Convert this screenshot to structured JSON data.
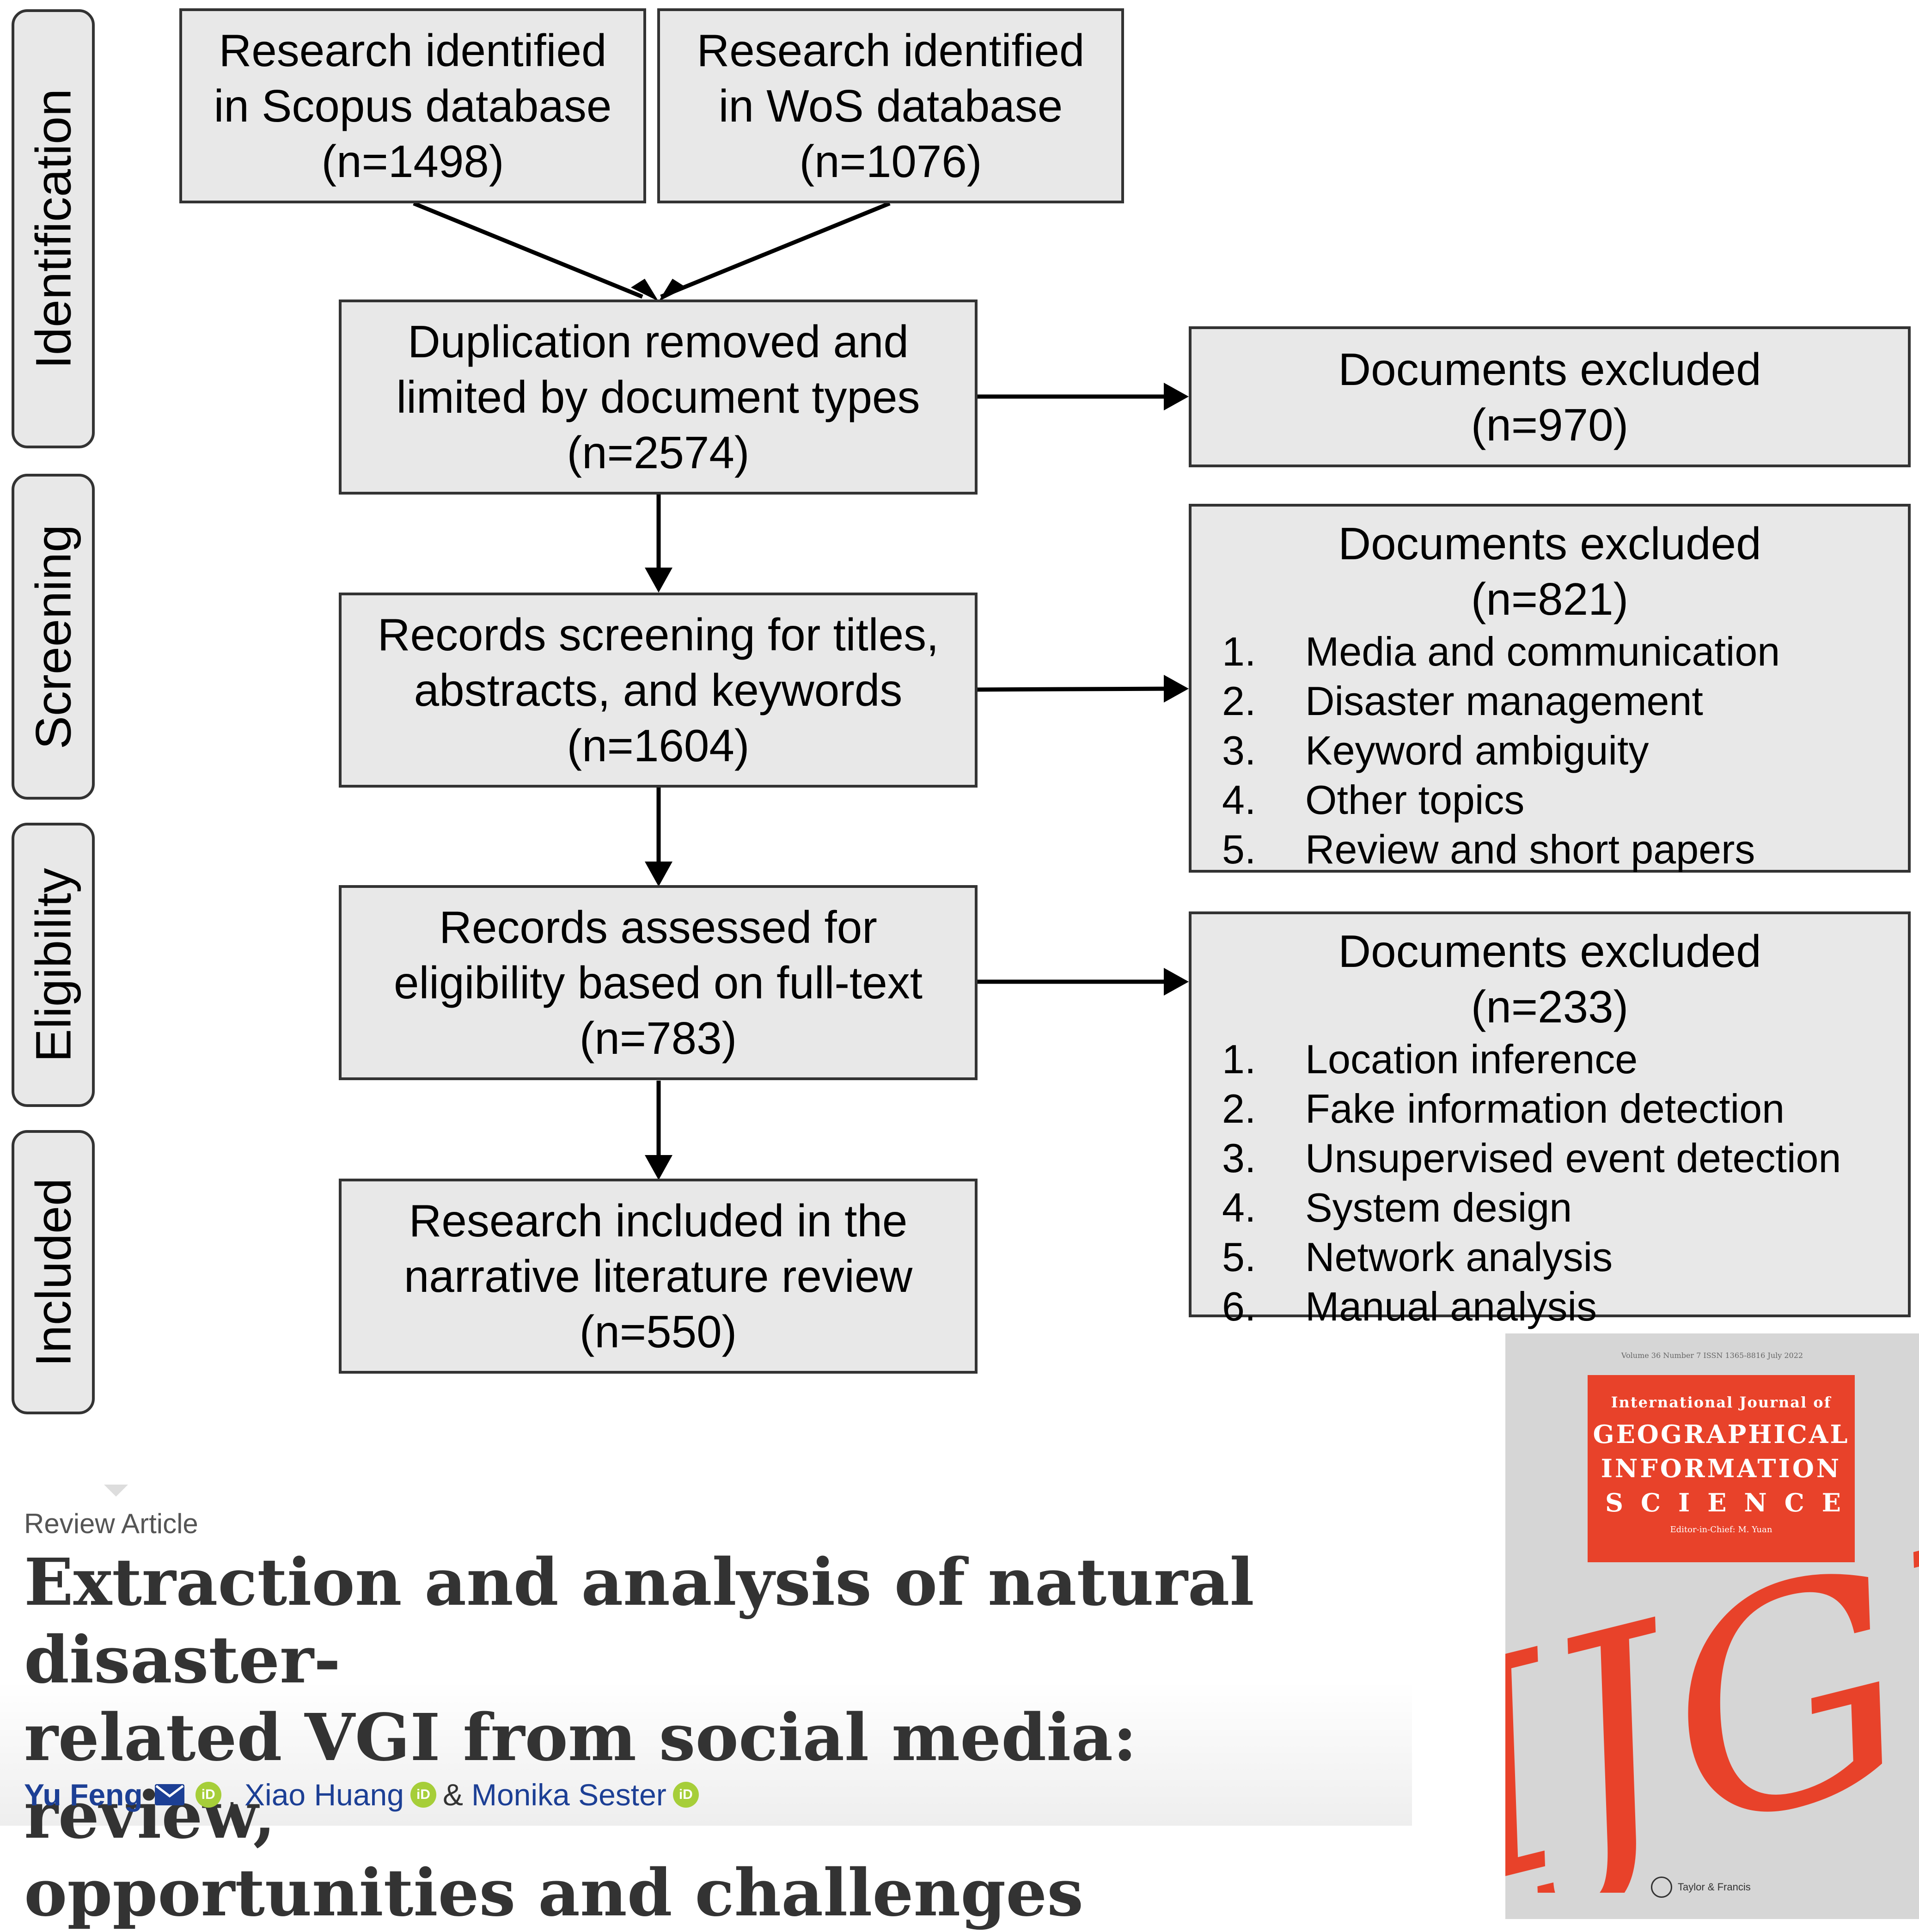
{
  "stages": [
    "Identification",
    "Screening",
    "Eligibility",
    "Included"
  ],
  "flow": {
    "scopus": [
      "Research identified",
      "in Scopus database",
      "(n=1498)"
    ],
    "wos": [
      "Research identified",
      "in WoS database",
      "(n=1076)"
    ],
    "dedup": [
      "Duplication removed and",
      "limited by document types",
      "(n=2574)"
    ],
    "screen": [
      "Records screening for titles,",
      "abstracts, and keywords",
      "(n=1604)"
    ],
    "elig": [
      "Records assessed for",
      "eligibility based on full-text",
      "(n=783)"
    ],
    "incl": [
      "Research included in the",
      "narrative literature review",
      "(n=550)"
    ]
  },
  "exclusions": {
    "ex1": {
      "title": "Documents excluded",
      "count": "(n=970)"
    },
    "ex2": {
      "title": "Documents excluded",
      "count": "(n=821)",
      "items": [
        {
          "n": "1.",
          "t": "Media and communication"
        },
        {
          "n": "2.",
          "t": "Disaster management"
        },
        {
          "n": "3.",
          "t": "Keyword ambiguity"
        },
        {
          "n": "4.",
          "t": "Other topics"
        },
        {
          "n": "5.",
          "t": "Review and short papers"
        }
      ]
    },
    "ex3": {
      "title": "Documents excluded",
      "count": "(n=233)",
      "items": [
        {
          "n": "1.",
          "t": "Location inference"
        },
        {
          "n": "2.",
          "t": "Fake information detection"
        },
        {
          "n": "3.",
          "t": "Unsupervised event detection"
        },
        {
          "n": "4.",
          "t": "System design"
        },
        {
          "n": "5.",
          "t": "Network analysis"
        },
        {
          "n": "6.",
          "t": "Manual analysis"
        }
      ]
    }
  },
  "article": {
    "type": "Review Article",
    "title_lines": [
      "Extraction and analysis of natural disaster-",
      "related VGI from social media: review,",
      "opportunities and challenges"
    ],
    "authors": {
      "a1": "Yu Feng",
      "sep1": ",",
      "a2": "Xiao Huang",
      "sep2": "&",
      "a3": "Monika Sester"
    },
    "orcid_badge": "iD"
  },
  "cover": {
    "meta": "Volume 36  Number 7  ISSN 1365-8816  July 2022",
    "journal_line1": "International Journal of",
    "journal_line2": "GEOGRAPHICAL",
    "journal_line3": "INFORMATION",
    "journal_line4": "SCIENCE",
    "editor": "Editor-in-Chief: M. Yuan",
    "logo_text": "IJGIS",
    "publisher": "Taylor & Francis"
  },
  "colors": {
    "box_fill": "#e8e8e8",
    "box_border": "#333333",
    "author_link": "#1c3f95",
    "orcid": "#a6ce39",
    "cover_red": "#e8422a",
    "cover_bg": "#d6d6d6"
  }
}
